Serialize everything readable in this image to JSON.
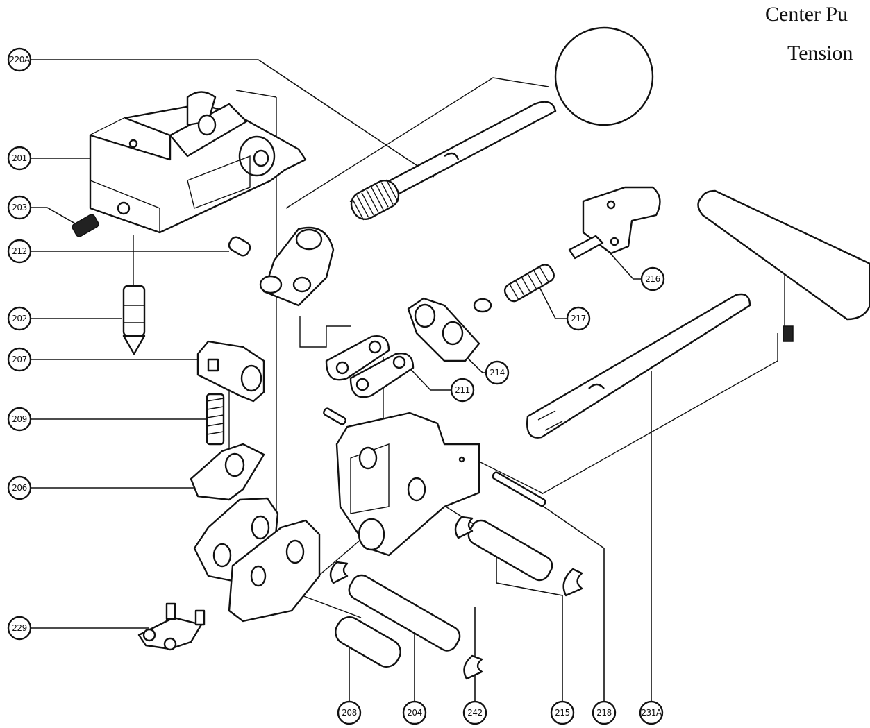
{
  "title": {
    "line1": "Center Pu",
    "line2": "Tension"
  },
  "callouts": {
    "c220A": "220A",
    "c201": "201",
    "c203": "203",
    "c212": "212",
    "c202": "202",
    "c207": "207",
    "c209": "209",
    "c206": "206",
    "c229": "229",
    "c216": "216",
    "c217": "217",
    "c214": "214",
    "c211": "211",
    "c208": "208",
    "c204": "204",
    "c242": "242",
    "c215": "215",
    "c218": "218",
    "c231A": "231A"
  }
}
